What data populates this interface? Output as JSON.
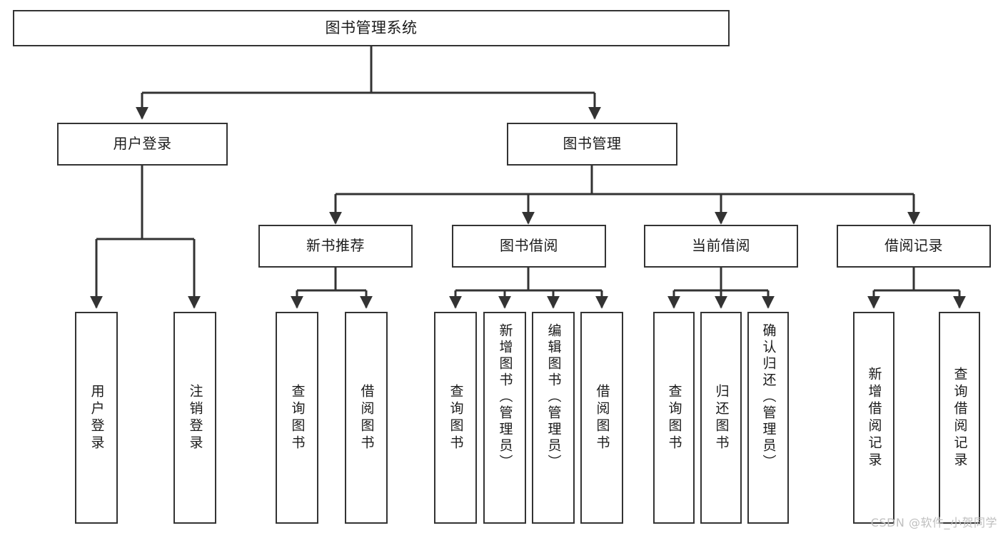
{
  "diagram": {
    "title": "图书管理系统",
    "type": "tree",
    "watermark": "CSDN @软件_小贺同学",
    "colors": {
      "box_border": "#333333",
      "box_fill": "#ffffff",
      "line": "#333333",
      "text": "#1b1b1b",
      "watermark": "#bfbfbf"
    },
    "nodes": {
      "root": {
        "label": "图书管理系统"
      },
      "level2": [
        {
          "id": "user-login",
          "label": "用户登录"
        },
        {
          "id": "book-manage",
          "label": "图书管理"
        }
      ],
      "level3": [
        {
          "id": "new-book-recommend",
          "label": "新书推荐"
        },
        {
          "id": "book-borrow",
          "label": "图书借阅"
        },
        {
          "id": "current-borrow",
          "label": "当前借阅"
        },
        {
          "id": "borrow-record",
          "label": "借阅记录"
        }
      ],
      "leaves": {
        "user_login": [
          {
            "id": "leaf-user-login",
            "label": "用户登录"
          },
          {
            "id": "leaf-logout-login",
            "label": "注销登录"
          }
        ],
        "new_book_recommend": [
          {
            "id": "leaf-query-book-1",
            "label": "查询图书"
          },
          {
            "id": "leaf-borrow-book-1",
            "label": "借阅图书"
          }
        ],
        "book_borrow": [
          {
            "id": "leaf-query-book-2",
            "label": "查询图书"
          },
          {
            "id": "leaf-add-book",
            "label": "新增图书（管理员）"
          },
          {
            "id": "leaf-edit-book",
            "label": "编辑图书（管理员）"
          },
          {
            "id": "leaf-borrow-book-2",
            "label": "借阅图书"
          }
        ],
        "current_borrow": [
          {
            "id": "leaf-query-book-3",
            "label": "查询图书"
          },
          {
            "id": "leaf-return-book",
            "label": "归还图书"
          },
          {
            "id": "leaf-confirm-return",
            "label": "确认归还（管理员）"
          }
        ],
        "borrow_record": [
          {
            "id": "leaf-add-borrow-record",
            "label": "新增借阅记录"
          },
          {
            "id": "leaf-query-borrow-record",
            "label": "查询借阅记录"
          }
        ]
      }
    }
  }
}
